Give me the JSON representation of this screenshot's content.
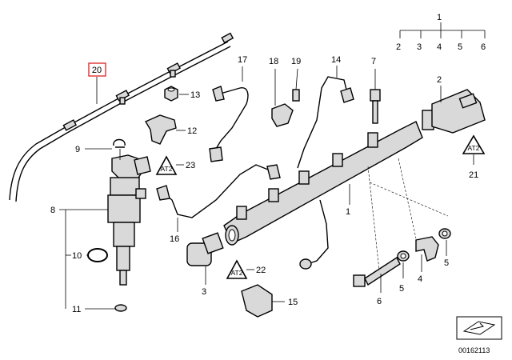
{
  "diagram": {
    "drawing_number": "00162113",
    "highlighted_label": "20",
    "labels": {
      "p1": "1",
      "p1b": "1",
      "p2": "2",
      "p2b": "2",
      "p3": "3",
      "p3b": "3",
      "p4": "4",
      "p4b": "4",
      "p5": "5",
      "p5b": "5",
      "p5c": "5",
      "p6": "6",
      "p6b": "6",
      "p7": "7",
      "p8": "8",
      "p9": "9",
      "p10": "10",
      "p11": "11",
      "p12": "12",
      "p13": "13",
      "p14": "14",
      "p15": "15",
      "p16": "16",
      "p17": "17",
      "p18": "18",
      "p19": "19",
      "p21": "21",
      "p22": "22",
      "p23": "23"
    },
    "warning_symbol_text": "AT2"
  }
}
